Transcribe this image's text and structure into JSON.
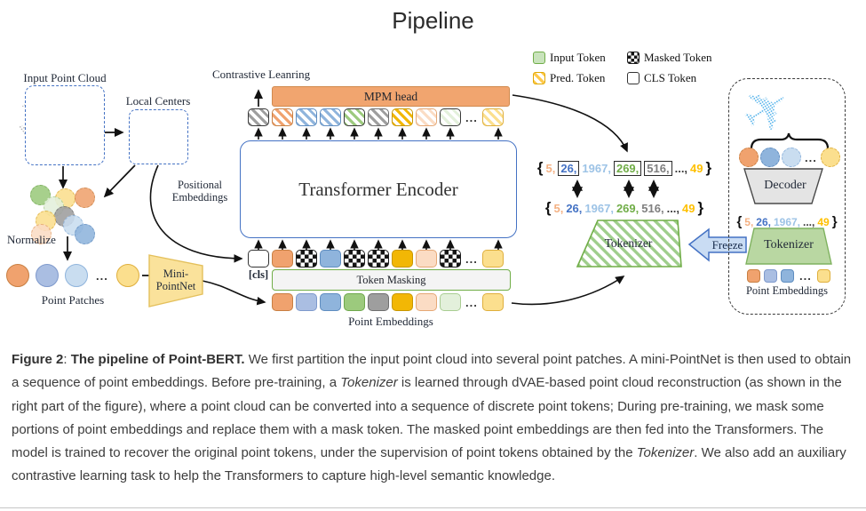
{
  "title": "Pipeline",
  "palette": {
    "orange": {
      "fill": "#F0A26E",
      "border": "#C87F42"
    },
    "periwinkle": {
      "fill": "#AABEE2",
      "border": "#7E99CC"
    },
    "blue": {
      "fill": "#8FB4DC",
      "border": "#5F8DC0"
    },
    "lightblue": {
      "fill": "#C9DDF0",
      "border": "#8FB4DC"
    },
    "green": {
      "fill": "#9CCA7D",
      "border": "#6FA84D"
    },
    "lightgreen": {
      "fill": "#E3F0DB",
      "border": "#A9CD92"
    },
    "gray": {
      "fill": "#9E9E9E",
      "border": "#6F6F6F"
    },
    "gold": {
      "fill": "#F2B705",
      "border": "#C89600"
    },
    "peach": {
      "fill": "#FBDCC4",
      "border": "#E5A876"
    },
    "yellow": {
      "fill": "#FBDF8E",
      "border": "#DFAF3C"
    },
    "white": {
      "fill": "#FFFFFF",
      "border": "#333333"
    }
  },
  "colors": {
    "encoder_border": "#4472C4",
    "mpm_fill": "#F1A56F",
    "masking_border": "#70AD47",
    "tokenizer_hatch": "#70AD47",
    "freeze_fill": "#C9DCF3",
    "freeze_border": "#4472C4",
    "decoder_fill": "#E4E4E4",
    "right_tokenizer_fill": "#B9D7A2",
    "plane_blue": "#3FA9E8",
    "plane_gray": "#a9a9a9"
  },
  "left": {
    "input_point_cloud": "Input Point Cloud",
    "local_centers": "Local Centers",
    "normalize": "Normalize",
    "point_patches": "Point Patches",
    "mini_pointnet_line1": "Mini-",
    "mini_pointnet_line2": "PointNet",
    "cluster": [
      {
        "kind": "solid",
        "color": "green",
        "shape": "circle-d"
      },
      {
        "kind": "solid",
        "color": "yellow",
        "shape": "circle-d"
      },
      {
        "kind": "solid",
        "color": "orange",
        "shape": "circle-d"
      },
      {
        "kind": "solid",
        "color": "lightgreen",
        "shape": "circle-d"
      },
      {
        "kind": "solid",
        "color": "gray",
        "shape": "circle-d"
      },
      {
        "kind": "solid",
        "color": "yellow",
        "shape": "circle-d"
      },
      {
        "kind": "solid",
        "color": "lightblue",
        "shape": "circle-d"
      },
      {
        "kind": "solid",
        "color": "peach",
        "shape": "circle-d"
      },
      {
        "kind": "solid",
        "color": "blue",
        "shape": "circle-d"
      }
    ],
    "patches": [
      {
        "kind": "solid",
        "color": "orange",
        "shape": "circle"
      },
      {
        "kind": "solid",
        "color": "periwinkle",
        "shape": "circle"
      },
      {
        "kind": "solid",
        "color": "lightblue",
        "shape": "circle"
      },
      {
        "kind": "dots"
      },
      {
        "kind": "solid",
        "color": "yellow",
        "shape": "circle"
      }
    ]
  },
  "center": {
    "contrastive": "Contrastive Leanring",
    "mpm_head": "MPM head",
    "transformer": "Transformer Encoder",
    "cls": "[cls]",
    "token_masking": "Token Masking",
    "point_embeddings": "Point Embeddings",
    "positional_line1": "Positional",
    "positional_line2": "Embeddings",
    "tokenizer": "Tokenizer",
    "freeze": "Freeze",
    "pred_tokens": [
      {
        "kind": "hatch",
        "color": "gray",
        "border": "dark"
      },
      {
        "kind": "hatch",
        "color": "orange"
      },
      {
        "kind": "hatch",
        "color": "blue"
      },
      {
        "kind": "hatch",
        "color": "blue"
      },
      {
        "kind": "hatch",
        "color": "green",
        "border": "dark"
      },
      {
        "kind": "hatch",
        "color": "gray"
      },
      {
        "kind": "hatch",
        "color": "gold"
      },
      {
        "kind": "hatch",
        "color": "peach"
      },
      {
        "kind": "hatch",
        "color": "lightgreen",
        "border": "dark"
      },
      {
        "kind": "dots"
      },
      {
        "kind": "hatch",
        "color": "yellow"
      }
    ],
    "masked_tokens": [
      {
        "kind": "solid",
        "color": "white"
      },
      {
        "kind": "solid",
        "color": "orange"
      },
      {
        "kind": "masked"
      },
      {
        "kind": "solid",
        "color": "blue"
      },
      {
        "kind": "masked"
      },
      {
        "kind": "masked"
      },
      {
        "kind": "solid",
        "color": "gold"
      },
      {
        "kind": "solid",
        "color": "peach"
      },
      {
        "kind": "masked"
      },
      {
        "kind": "dots"
      },
      {
        "kind": "solid",
        "color": "yellow"
      }
    ],
    "embed_tokens": [
      {
        "kind": "solid",
        "color": "orange"
      },
      {
        "kind": "solid",
        "color": "periwinkle"
      },
      {
        "kind": "solid",
        "color": "blue"
      },
      {
        "kind": "solid",
        "color": "green"
      },
      {
        "kind": "solid",
        "color": "gray"
      },
      {
        "kind": "solid",
        "color": "gold"
      },
      {
        "kind": "solid",
        "color": "peach"
      },
      {
        "kind": "solid",
        "color": "lightgreen"
      },
      {
        "kind": "dots"
      },
      {
        "kind": "solid",
        "color": "yellow"
      }
    ]
  },
  "legend": {
    "items": [
      {
        "label": "Input Token",
        "swatch": "input"
      },
      {
        "label": "Masked Token",
        "swatch": "masked"
      },
      {
        "label": "Pred. Token",
        "swatch": "pred"
      },
      {
        "label": "CLS Token",
        "swatch": "cls"
      }
    ]
  },
  "sequences": {
    "predicted": {
      "prefix": "{",
      "suffix": "}",
      "tokens": [
        {
          "t": "5,",
          "c": "#F4B183"
        },
        {
          "t": "26,",
          "c": "#4472C4",
          "boxed": true
        },
        {
          "t": "1967,",
          "c": "#9DC3E6"
        },
        {
          "t": "269,",
          "c": "#70AD47",
          "boxed": true
        },
        {
          "t": "516,",
          "c": "#7F7F7F",
          "boxed": true
        },
        {
          "t": "...,",
          "c": "#3b3b3b"
        },
        {
          "t": "49",
          "c": "#FFC000"
        }
      ]
    },
    "target": {
      "prefix": "{",
      "suffix": "}",
      "tokens": [
        {
          "t": "5,",
          "c": "#F4B183"
        },
        {
          "t": "26,",
          "c": "#4472C4"
        },
        {
          "t": "1967,",
          "c": "#9DC3E6"
        },
        {
          "t": "269,",
          "c": "#70AD47"
        },
        {
          "t": "516,",
          "c": "#7F7F7F"
        },
        {
          "t": "...,",
          "c": "#3b3b3b"
        },
        {
          "t": "49",
          "c": "#FFC000"
        }
      ]
    },
    "right": {
      "prefix": "{",
      "suffix": "}",
      "tokens": [
        {
          "t": "5,",
          "c": "#F4B183"
        },
        {
          "t": "26,",
          "c": "#4472C4"
        },
        {
          "t": "1967,",
          "c": "#9DC3E6"
        },
        {
          "t": "...,",
          "c": "#3b3b3b"
        },
        {
          "t": "49",
          "c": "#FFC000"
        }
      ]
    }
  },
  "right_panel": {
    "decoder": "Decoder",
    "tokenizer": "Tokenizer",
    "point_embeddings": "Point Embeddings",
    "circles": [
      {
        "kind": "solid",
        "color": "orange",
        "shape": "circle-rp"
      },
      {
        "kind": "solid",
        "color": "blue",
        "shape": "circle-rp"
      },
      {
        "kind": "solid",
        "color": "lightblue",
        "shape": "circle-rp"
      },
      {
        "kind": "dots"
      },
      {
        "kind": "solid",
        "color": "yellow",
        "shape": "circle-rp"
      }
    ],
    "squares": [
      {
        "kind": "solid",
        "color": "orange",
        "shape": "square"
      },
      {
        "kind": "solid",
        "color": "periwinkle",
        "shape": "square"
      },
      {
        "kind": "solid",
        "color": "blue",
        "shape": "square"
      },
      {
        "kind": "dots"
      },
      {
        "kind": "solid",
        "color": "yellow",
        "shape": "square"
      }
    ]
  },
  "caption": {
    "segments": [
      {
        "t": "Figure 2",
        "b": true
      },
      {
        "t": ": "
      },
      {
        "t": "The pipeline of Point-BERT.",
        "b": true
      },
      {
        "t": " We first partition the input point cloud into several point patches.  A mini-PointNet is then used to obtain a sequence of point embeddings. Before pre-training, a "
      },
      {
        "t": "Tokenizer",
        "i": true
      },
      {
        "t": " is learned through dVAE-based point cloud reconstruction (as shown in the right part of the figure), where a point cloud can be converted into a sequence of discrete point tokens; During pre-training, we mask some portions of point embeddings and replace them with a mask token. The masked point embeddings are then fed into the Transformers. The model is trained to recover the original point tokens, under the supervision of point tokens obtained by the "
      },
      {
        "t": "Tokenizer",
        "i": true
      },
      {
        "t": ". We also add an auxiliary  contrastive learning task to help the Transformers to capture high-level semantic knowledge."
      }
    ]
  }
}
